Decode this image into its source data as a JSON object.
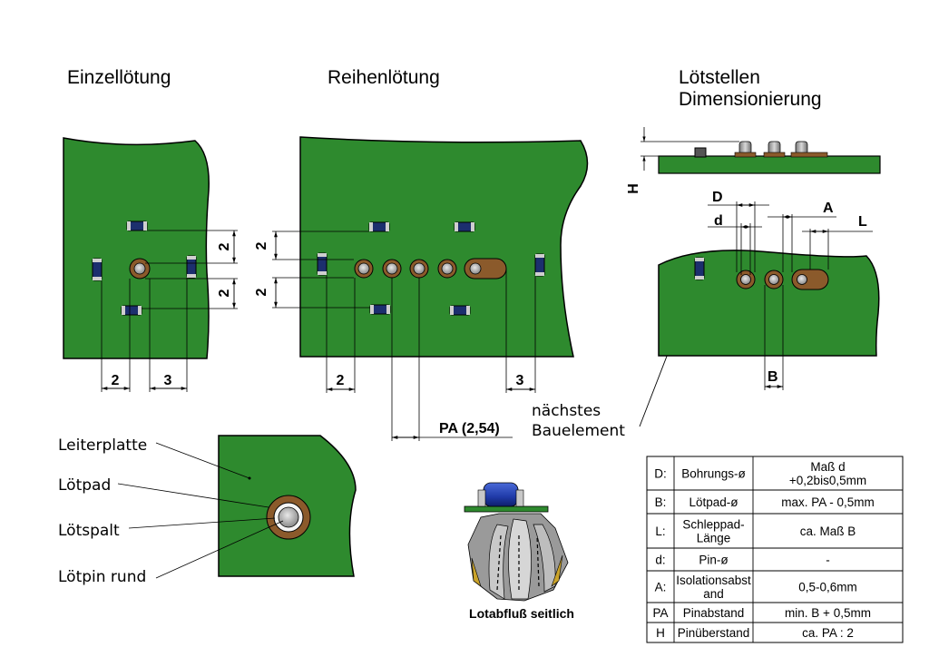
{
  "titles": {
    "single": "Einzellötung",
    "row": "Reihenlötung",
    "dim_line1": "Lötstellen",
    "dim_line2": "Dimensionierung"
  },
  "single_dims": {
    "top": "2",
    "bottom": "2",
    "left": "2",
    "right": "3"
  },
  "row_dims": {
    "top": "2",
    "bottom": "2",
    "left": "2",
    "right": "3",
    "pitch": "PA (2,54)"
  },
  "neighbor_label": {
    "line1": "nächstes",
    "line2": "Bauelement"
  },
  "dim_view": {
    "H": "H",
    "D": "D",
    "d": "d",
    "A": "A",
    "L": "L",
    "B": "B"
  },
  "detail_labels": [
    "Leiterplatte",
    "Lötpad",
    "Lötspalt",
    "Lötpin rund"
  ],
  "flow_caption": "Lotabfluß seitlich",
  "table": {
    "rows": [
      {
        "sym": "D:",
        "name": [
          "Bohrungs-ø"
        ],
        "value": [
          "Maß d",
          "+0,2bis0,5mm"
        ]
      },
      {
        "sym": "B:",
        "name": [
          "Lötpad-ø"
        ],
        "value": [
          "max. PA - 0,5mm"
        ]
      },
      {
        "sym": "L:",
        "name": [
          "Schleppad-",
          "Länge"
        ],
        "value": [
          "ca. Maß B"
        ]
      },
      {
        "sym": "d:",
        "name": [
          "Pin-ø"
        ],
        "value": [
          "-"
        ]
      },
      {
        "sym": "A:",
        "name": [
          "Isolationsabst",
          "and"
        ],
        "value": [
          "0,5-0,6mm"
        ]
      },
      {
        "sym": "PA",
        "name": [
          "Pinabstand"
        ],
        "value": [
          "min. B + 0,5mm"
        ]
      },
      {
        "sym": "H",
        "name": [
          "Pinüberstand"
        ],
        "value": [
          "ca. PA : 2"
        ]
      }
    ]
  },
  "colors": {
    "board": "#2e8a2e",
    "pad_copper": "#8b5a2b",
    "smd_body": "#1c2f6e",
    "pin": "#b0b0b0"
  }
}
